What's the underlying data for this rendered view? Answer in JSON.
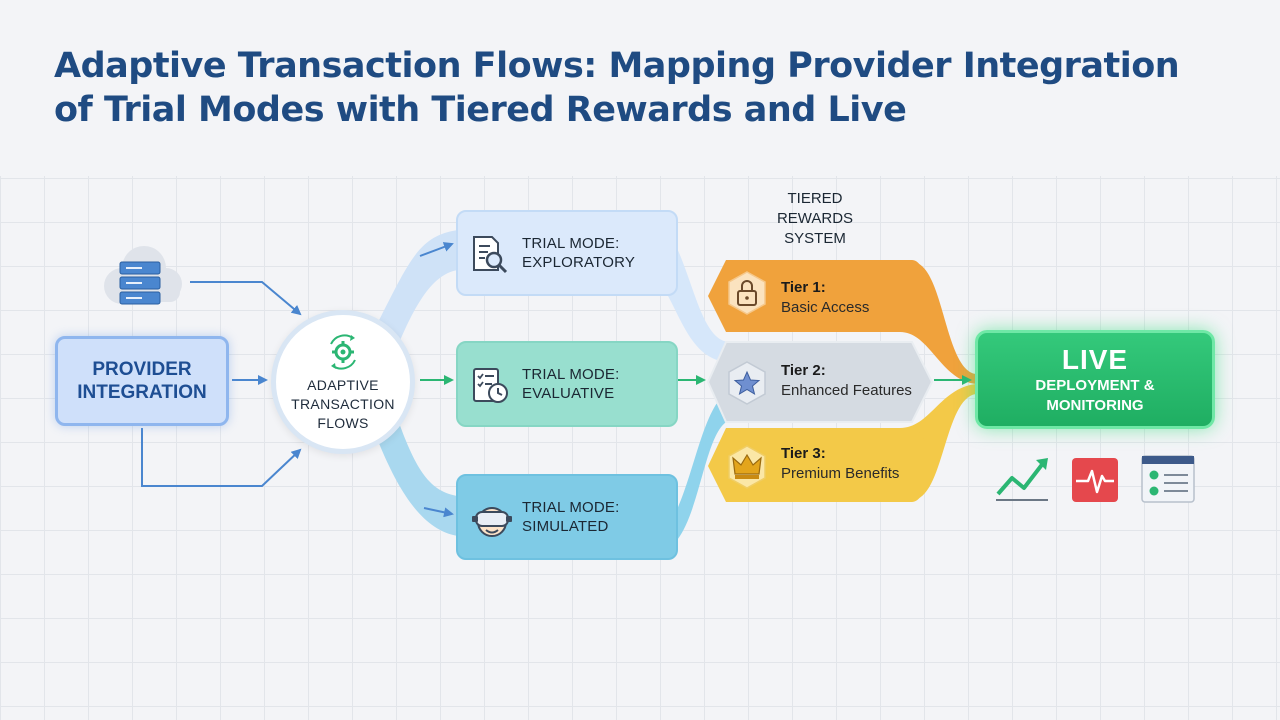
{
  "title": {
    "line1": "Adaptive Transaction Flows: Mapping Provider Integration",
    "line2": "of Trial Modes with Tiered Rewards and Live"
  },
  "provider": {
    "line1": "PROVIDER",
    "line2": "INTEGRATION",
    "icon": "cloud-server-icon"
  },
  "hub": {
    "line1": "ADAPTIVE",
    "line2": "TRANSACTION",
    "line3": "FLOWS",
    "icon": "cycle-gear-icon"
  },
  "trials": [
    {
      "line1": "TRIAL MODE:",
      "line2": "EXPLORATORY",
      "icon": "document-search-icon"
    },
    {
      "line1": "TRIAL MODE:",
      "line2": "EVALUATIVE",
      "icon": "checklist-clock-icon"
    },
    {
      "line1": "TRIAL MODE:",
      "line2": "SIMULATED",
      "icon": "vr-headset-icon"
    }
  ],
  "tiered_rewards": {
    "line1": "TIERED",
    "line2": "REWARDS",
    "line3": "SYSTEM"
  },
  "tiers": [
    {
      "name": "Tier 1:",
      "desc": "Basic Access",
      "icon": "lock-icon",
      "color": "#f0a23c"
    },
    {
      "name": "Tier 2:",
      "desc": "Enhanced Features",
      "icon": "star-icon",
      "color": "#d5dbe2"
    },
    {
      "name": "Tier 3:",
      "desc": "Premium Benefits",
      "icon": "crown-icon",
      "color": "#f3c948"
    }
  ],
  "live": {
    "title": "LIVE",
    "line1": "DEPLOYMENT &",
    "line2": "MONITORING"
  },
  "monitor_icons": [
    "trend-up-icon",
    "heartbeat-monitor-icon",
    "checklist-window-icon"
  ],
  "colors": {
    "title": "#1f4b82",
    "provider_fill": "#cfe0fa",
    "flow_blue": "#4a86cf",
    "flow_green": "#2bb673",
    "live_green": "#27b86a"
  }
}
